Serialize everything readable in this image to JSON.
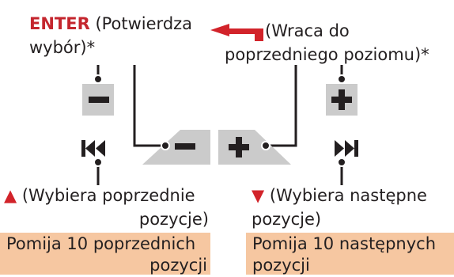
{
  "enter": {
    "label": "ENTER",
    "desc_line1": " (Potwierdza",
    "desc_line2": "wybór)*"
  },
  "back": {
    "desc_line1": "(Wraca do",
    "desc_line2": "poprzedniego poziomu)*"
  },
  "prev": {
    "symbol": "▲",
    "desc_line1": " (Wybiera poprzednie",
    "desc_line2": "pozycje)"
  },
  "next": {
    "symbol": "▼",
    "desc_line1": " (Wybiera następne",
    "desc_line2": "pozycje)"
  },
  "skip_prev": {
    "line1": "Pomija 10 poprzednich",
    "line2": "pozycji"
  },
  "skip_next": {
    "line1": "Pomija 10 następnych",
    "line2": "pozycji"
  },
  "colors": {
    "accent_red": "#c4262e",
    "highlight": "#f6c7a1",
    "button_gray": "#cbcbcb",
    "line": "#231f20"
  }
}
